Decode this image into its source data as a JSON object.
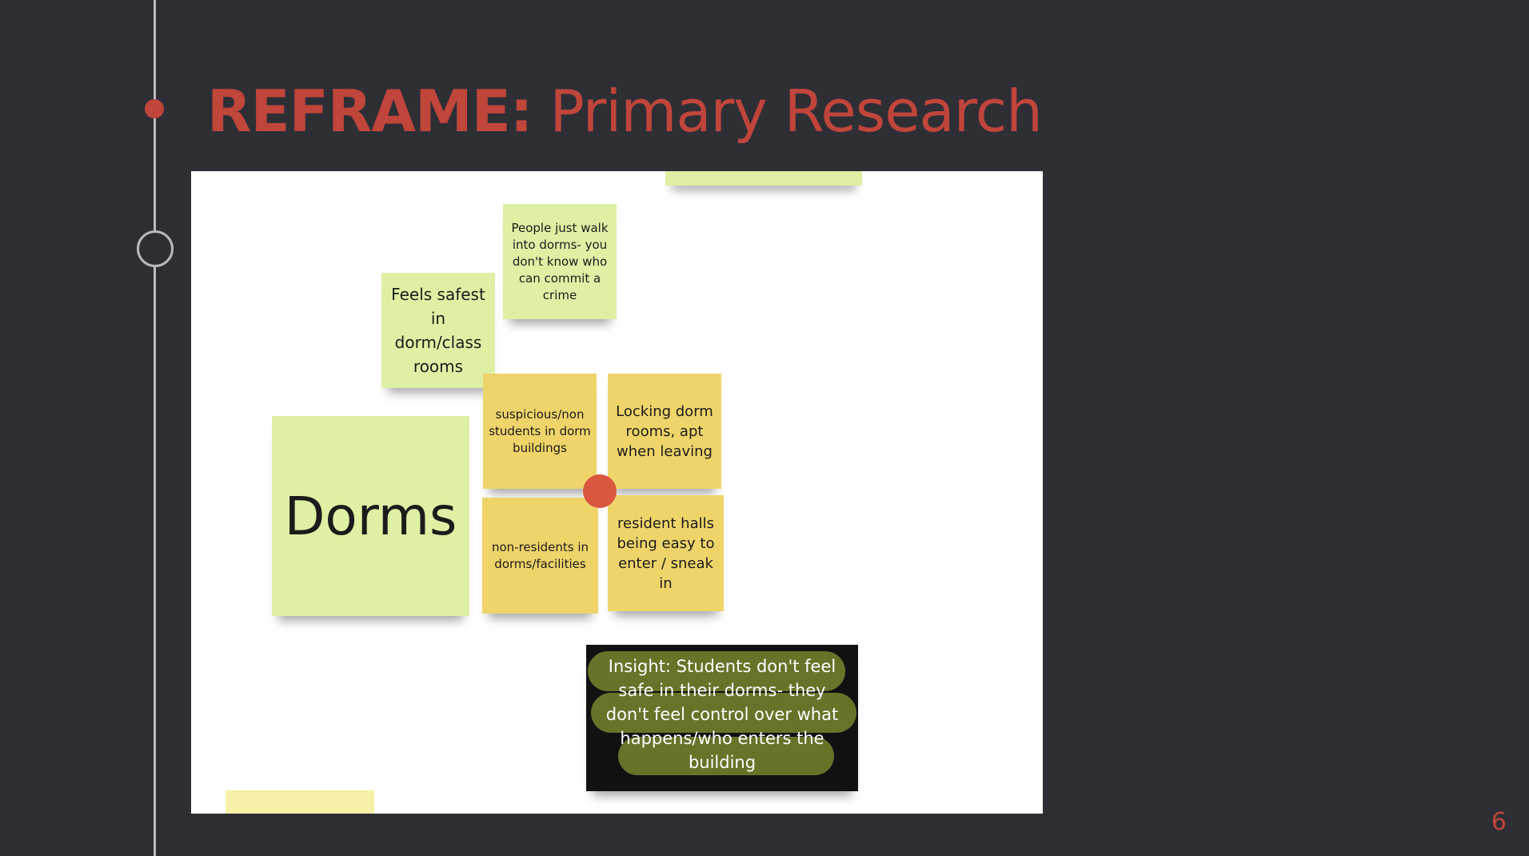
{
  "slide": {
    "title_bold": "REFRAME:",
    "title_rest": " Primary Research",
    "page_number": "6",
    "accent_color": "#c0453b"
  },
  "board": {
    "notes": {
      "people_walk": "People just walk into dorms- you don't know who can commit a crime",
      "feels_safest": "Feels safest in dorm/class rooms",
      "dorms": "Dorms",
      "suspicious": "suspicious/non students in dorm buildings",
      "locking": "Locking dorm rooms, apt when leaving",
      "non_residents": "non-residents in dorms/facilities",
      "resident_halls": "resident halls being easy to enter / sneak in"
    },
    "insight": "Insight: Students don't feel safe in their dorms- they don't feel control over what happens/who enters the building"
  }
}
